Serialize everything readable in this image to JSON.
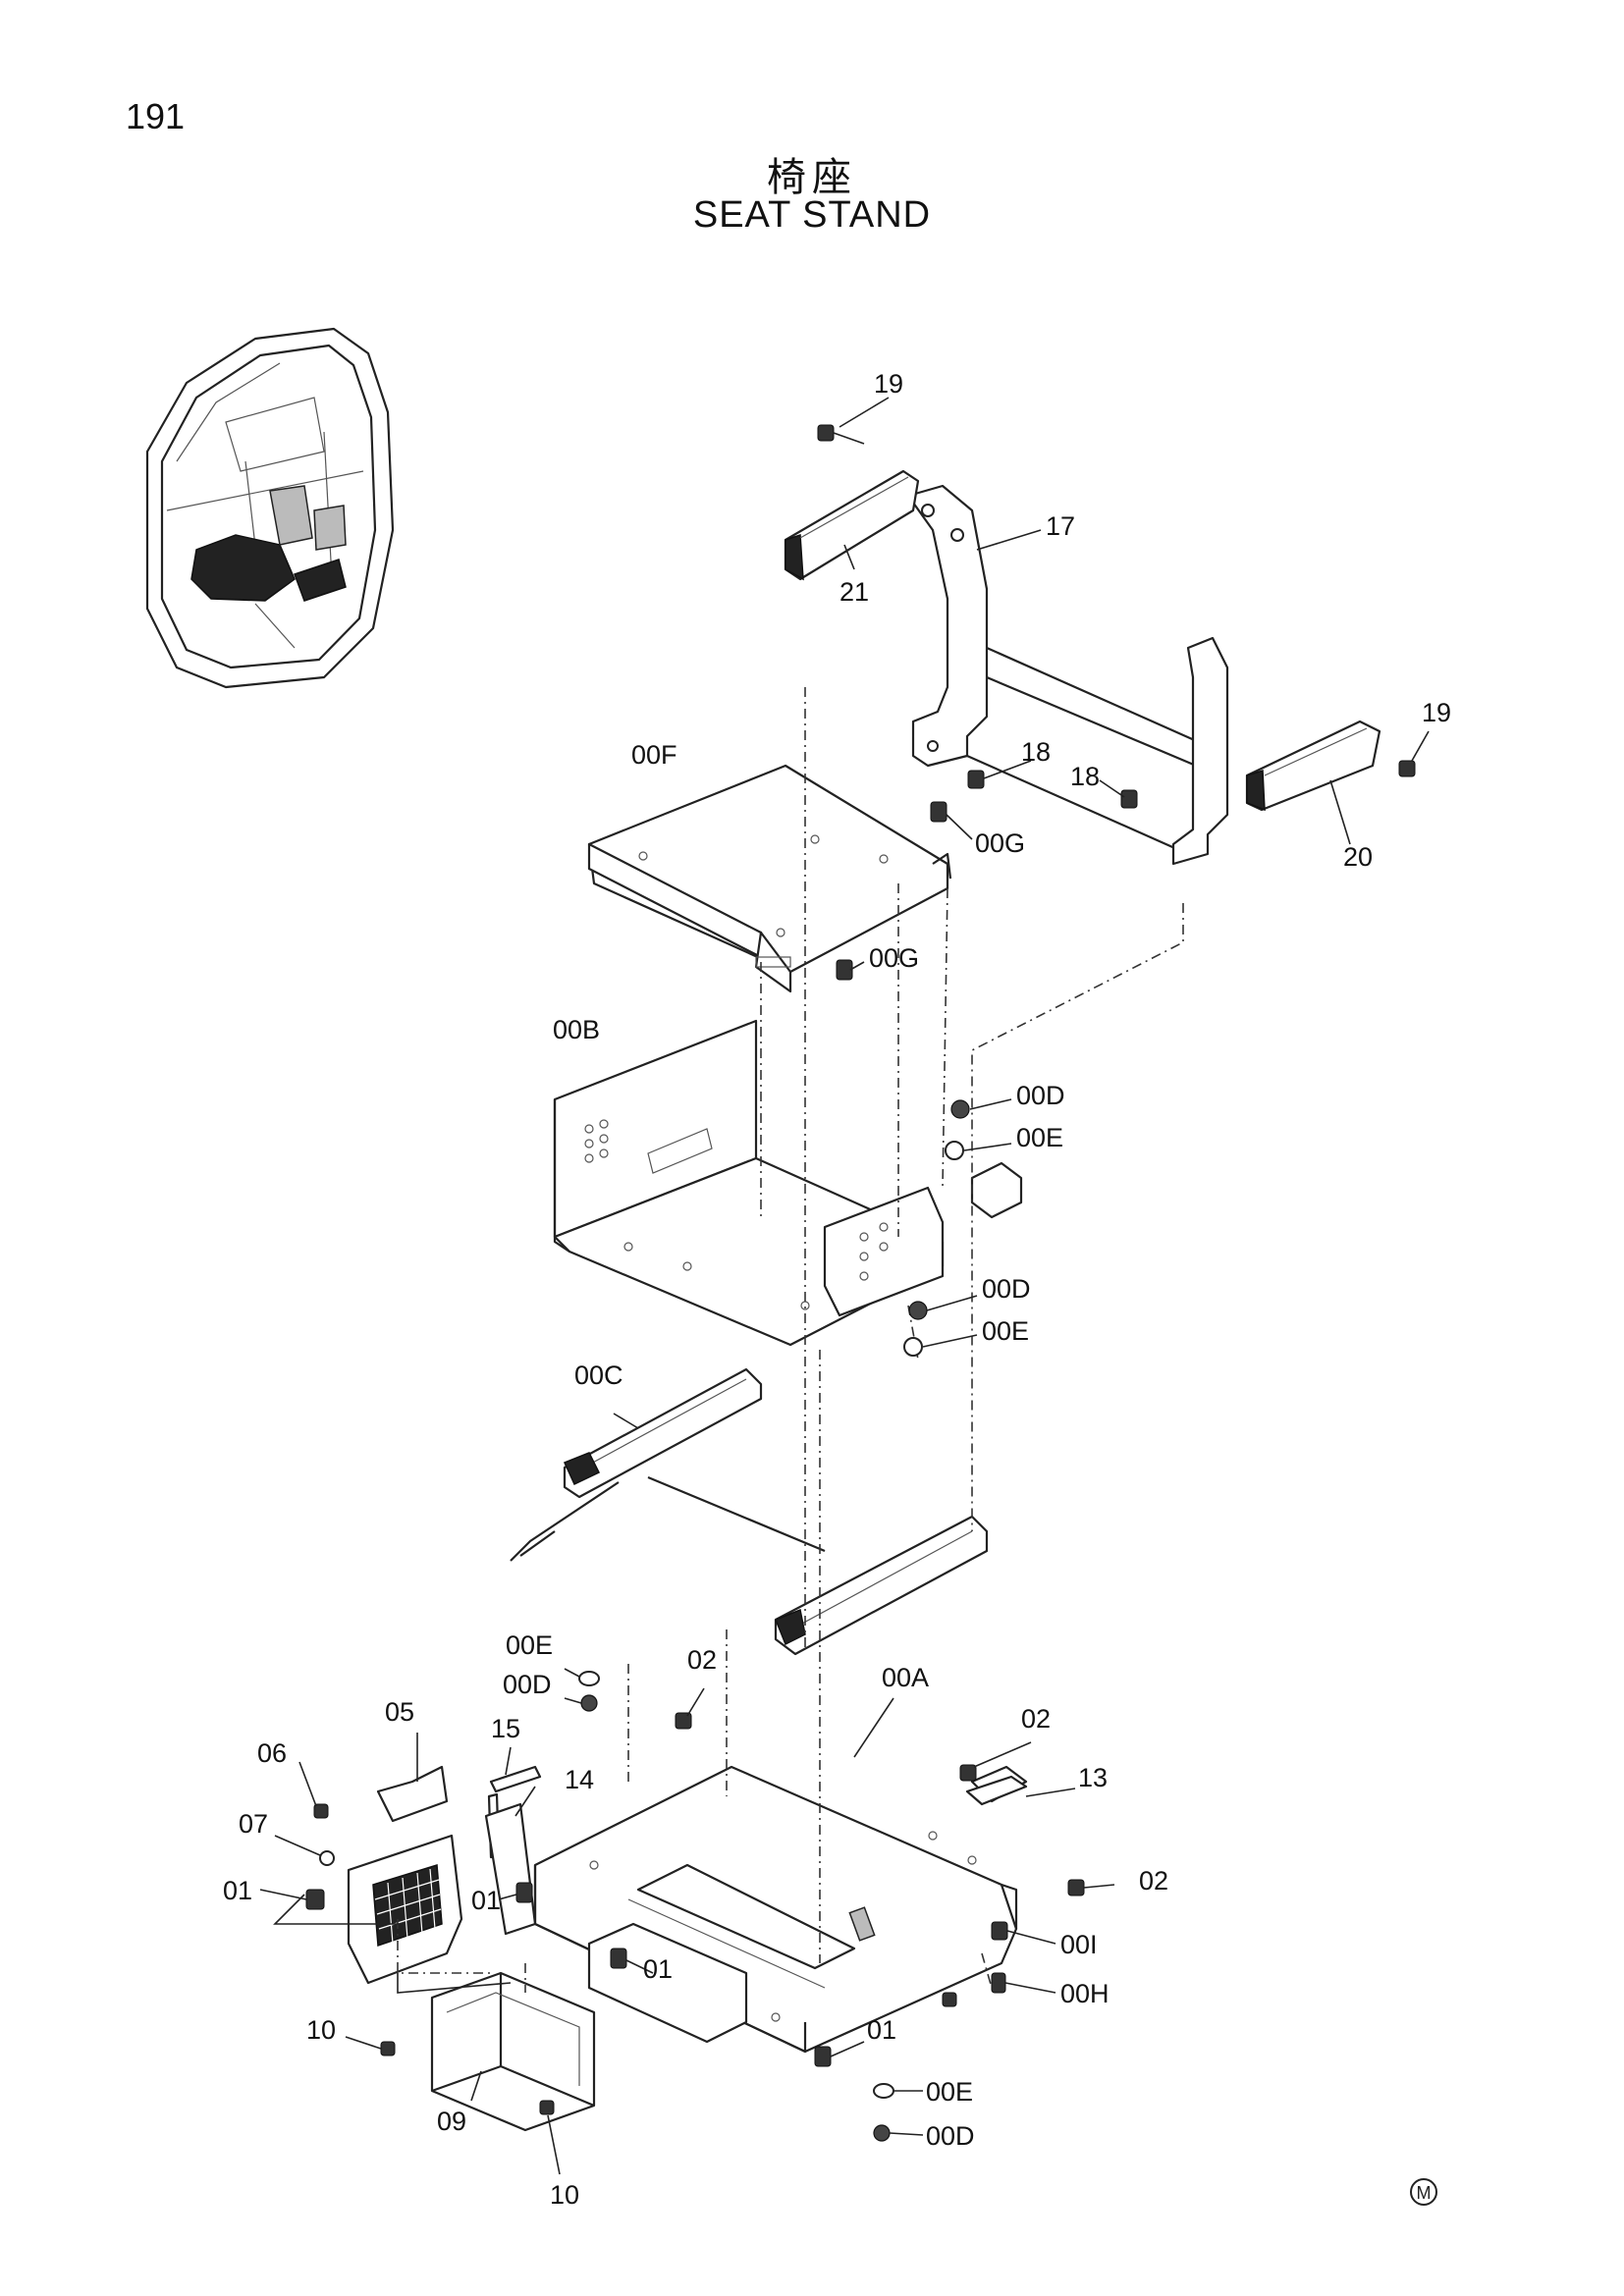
{
  "page_number": "191",
  "title": {
    "japanese": "椅座",
    "english": "SEAT STAND"
  },
  "corner_mark": "M",
  "callouts": [
    {
      "id": "19-top",
      "label": "19"
    },
    {
      "id": "17",
      "label": "17"
    },
    {
      "id": "21",
      "label": "21"
    },
    {
      "id": "19-right",
      "label": "19"
    },
    {
      "id": "00F",
      "label": "00F"
    },
    {
      "id": "18-a",
      "label": "18"
    },
    {
      "id": "18-b",
      "label": "18"
    },
    {
      "id": "00G-a",
      "label": "00G"
    },
    {
      "id": "20",
      "label": "20"
    },
    {
      "id": "00G-b",
      "label": "00G"
    },
    {
      "id": "00B",
      "label": "00B"
    },
    {
      "id": "00D-a",
      "label": "00D"
    },
    {
      "id": "00E-a",
      "label": "00E"
    },
    {
      "id": "00D-b",
      "label": "00D"
    },
    {
      "id": "00E-b",
      "label": "00E"
    },
    {
      "id": "00C",
      "label": "00C"
    },
    {
      "id": "00E-c",
      "label": "00E"
    },
    {
      "id": "02-a",
      "label": "02"
    },
    {
      "id": "00A",
      "label": "00A"
    },
    {
      "id": "00D-c",
      "label": "00D"
    },
    {
      "id": "02-b",
      "label": "02"
    },
    {
      "id": "05",
      "label": "05"
    },
    {
      "id": "15",
      "label": "15"
    },
    {
      "id": "13",
      "label": "13"
    },
    {
      "id": "06",
      "label": "06"
    },
    {
      "id": "14",
      "label": "14"
    },
    {
      "id": "07",
      "label": "07"
    },
    {
      "id": "02-c",
      "label": "02"
    },
    {
      "id": "01-a",
      "label": "01"
    },
    {
      "id": "01-b",
      "label": "01"
    },
    {
      "id": "00I",
      "label": "00I"
    },
    {
      "id": "01-c",
      "label": "01"
    },
    {
      "id": "00H",
      "label": "00H"
    },
    {
      "id": "10-a",
      "label": "10"
    },
    {
      "id": "01-d",
      "label": "01"
    },
    {
      "id": "00E-d",
      "label": "00E"
    },
    {
      "id": "09",
      "label": "09"
    },
    {
      "id": "00D-d",
      "label": "00D"
    },
    {
      "id": "10-b",
      "label": "10"
    }
  ]
}
